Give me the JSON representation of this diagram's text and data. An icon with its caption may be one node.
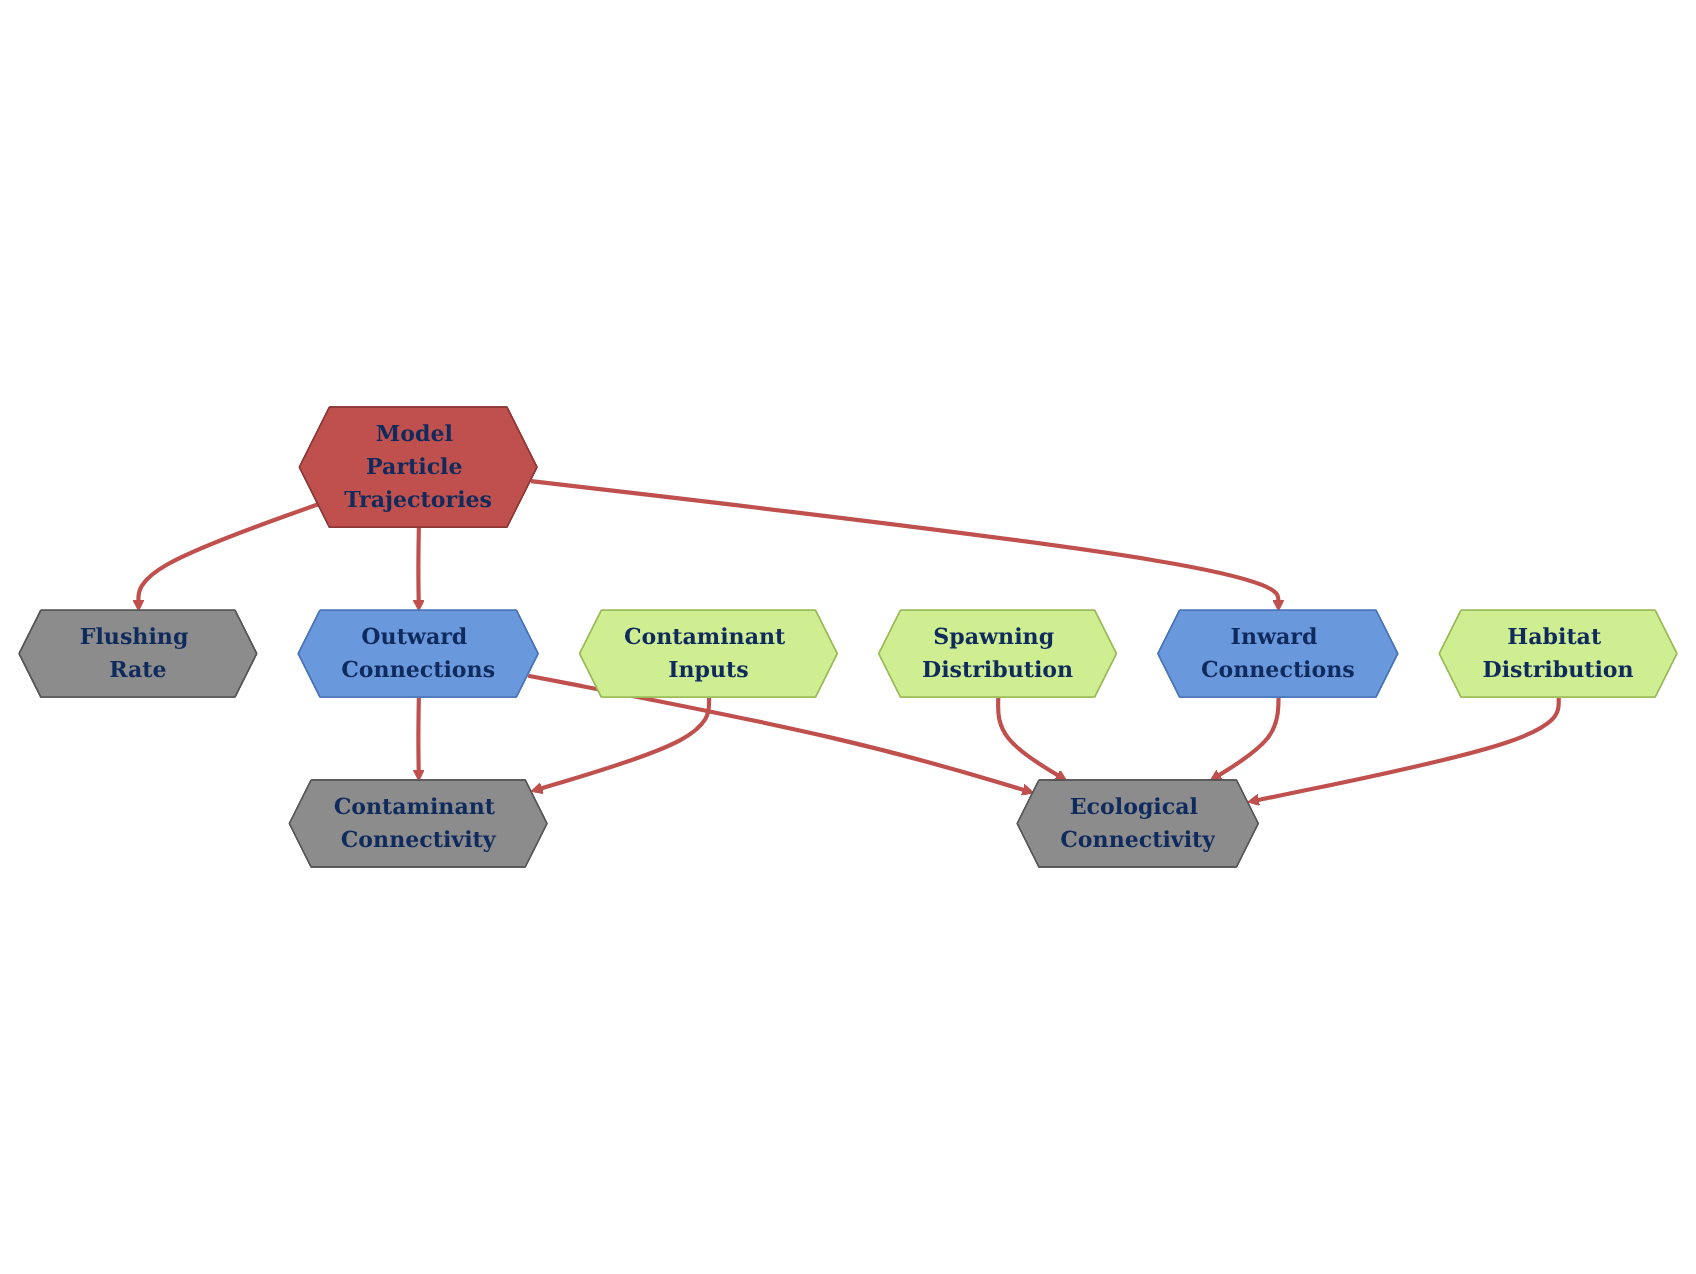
{
  "diagram": {
    "nodes": [
      {
        "text": [
          "Flushing Rate"
        ]
      },
      {
        "text": [
          "Model Particle Trajectories"
        ]
      },
      {
        "text": [
          "Contaminant Connectivity"
        ]
      },
      {
        "text": [
          "Outward Connections"
        ]
      },
      {
        "text": [
          "Inward Connections"
        ]
      },
      {
        "text": [
          "Contaminant Inputs"
        ]
      },
      {
        "text": [
          "Ecological Connectivity"
        ]
      },
      {
        "text": [
          "Spawning Distribution"
        ]
      },
      {
        "text": [
          "Habitat Distribution"
        ]
      }
    ],
    "edges": [
      {
        "from": 1,
        "to": 0,
        "arrow": "to"
      },
      {
        "from": 1,
        "to": 3,
        "arrow": "to"
      },
      {
        "from": 1,
        "to": 4,
        "arrow": "to"
      },
      {
        "from": 3,
        "to": 2,
        "arrow": "to"
      },
      {
        "from": 5,
        "to": 2,
        "arrow": "to"
      },
      {
        "from": 3,
        "to": 6,
        "arrow": "to"
      },
      {
        "from": 7,
        "to": 6,
        "arrow": "to"
      },
      {
        "from": 4,
        "to": 6,
        "arrow": "to"
      },
      {
        "from": 8,
        "to": 6,
        "arrow": "to"
      }
    ]
  }
}
